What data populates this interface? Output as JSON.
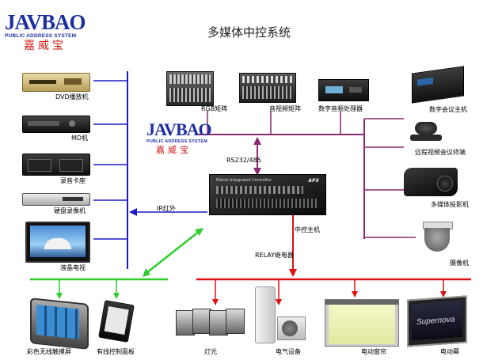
{
  "title": "多媒体中控系统",
  "brand_top": {
    "name": "JAVBAO",
    "sub": "PUBLIC ADDRESS SYSTEM",
    "cn": "嘉威宝"
  },
  "brand_mid": {
    "name": "JAVBAO",
    "sub": "PUBLIC ADDRESS SYSTEM",
    "cn": "嘉威宝"
  },
  "controller": {
    "panel_text": "Matrix Integrated Controller",
    "badge": "APX",
    "label": "中控主机"
  },
  "links": {
    "rs232": "RS232/485",
    "ir": "IR红外",
    "relay": "RELAY继电器"
  },
  "left_devices": [
    "DVD播放机",
    "MD机",
    "录音卡座",
    "硬盘录像机",
    "液晶电视"
  ],
  "top_devices": [
    "RGB矩阵",
    "音视频矩阵",
    "数字音频处理器"
  ],
  "right_devices": [
    "数字会议主机",
    "远程视频会议终端",
    "多媒体投影机",
    "摄像机"
  ],
  "bottom_left_devices": [
    "彩色无线触摸屏",
    "有线控制面板"
  ],
  "bottom_right_devices": [
    "灯光",
    "电气设备",
    "电动窗帘",
    "电动幕"
  ],
  "screen_text": "Supernova",
  "colors": {
    "blue": "#1a1acc",
    "purple": "#8b2a6e",
    "green": "#2ecc2e",
    "red": "#e01010",
    "brand": "#1c2fa0"
  }
}
